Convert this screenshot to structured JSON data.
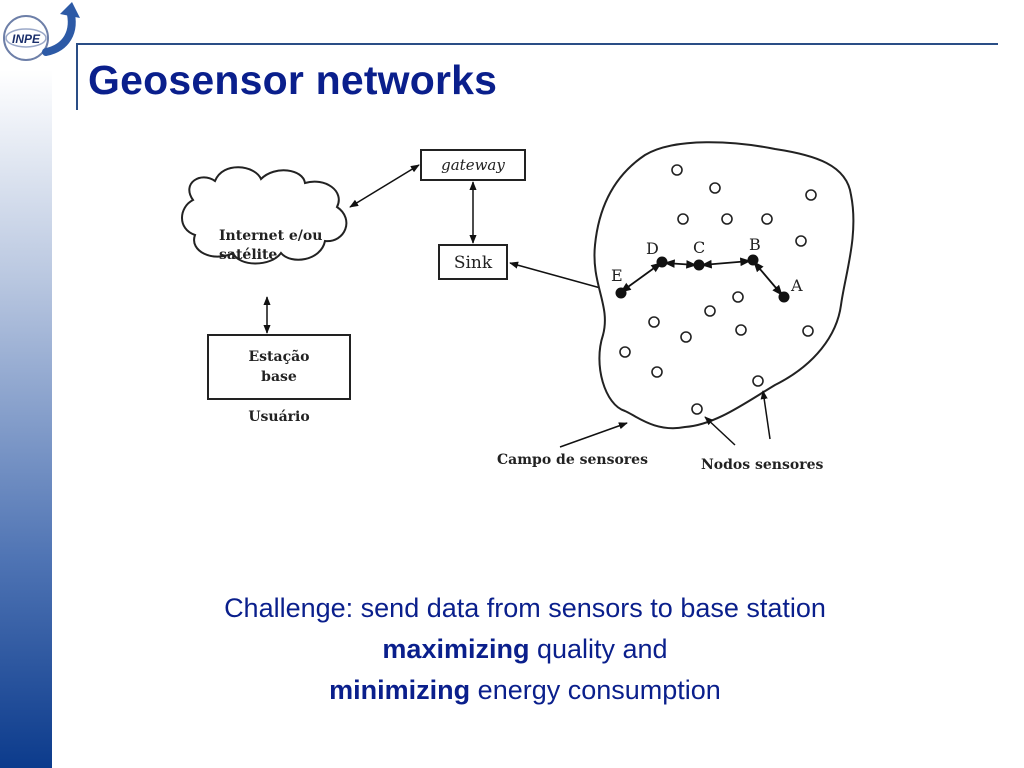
{
  "slide": {
    "title": "Geosensor networks",
    "logo_text": "INPE"
  },
  "diagram": {
    "cloud_line1": "Internet e/ou",
    "cloud_line2": "satélite",
    "gateway_label": "gateway",
    "sink_label": "Sink",
    "base_line1": "Estação",
    "base_line2": "base",
    "user_label": "Usuário",
    "field_label": "Campo de sensores",
    "nodes_label": "Nodos sensores",
    "route_nodes": [
      "E",
      "D",
      "C",
      "B",
      "A"
    ]
  },
  "caption": {
    "line1": "Challenge: send data from sensors to base station",
    "line2_bold": "maximizing",
    "line2_rest": " quality and",
    "line3_bold": "minimizing",
    "line3_rest": " energy consumption"
  }
}
